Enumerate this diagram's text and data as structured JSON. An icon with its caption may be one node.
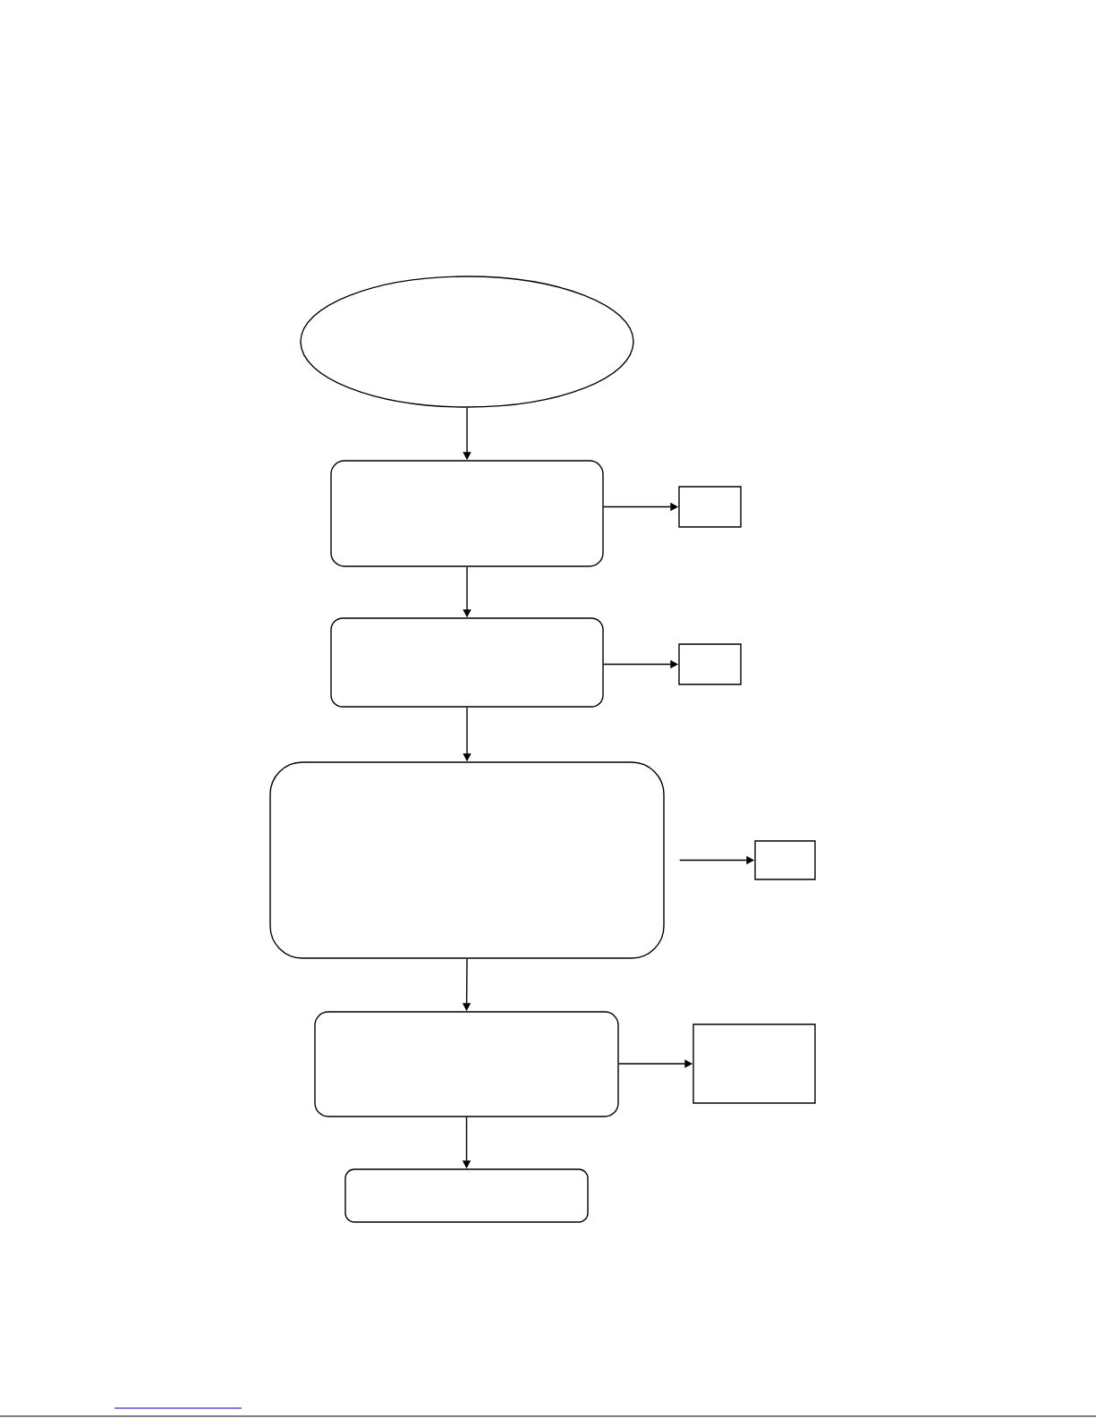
{
  "diagram": {
    "nodes": [
      {
        "text": [],
        "shape": "ellipse"
      },
      {
        "text": [],
        "shape": "box"
      },
      {
        "text": [],
        "shape": "rectangle"
      },
      {
        "text": [],
        "shape": "box"
      },
      {
        "text": [],
        "shape": "rectangle"
      },
      {
        "text": [],
        "shape": "box"
      },
      {
        "text": [],
        "shape": "rectangle"
      },
      {
        "text": [],
        "shape": "box"
      },
      {
        "text": [],
        "shape": "rectangle"
      },
      {
        "text": [],
        "shape": "box"
      }
    ],
    "edges": [
      {
        "from": 0,
        "to": 1,
        "arrow": "to"
      },
      {
        "from": 1,
        "to": 2,
        "arrow": "to"
      },
      {
        "from": 1,
        "to": 3,
        "arrow": "to"
      },
      {
        "from": 3,
        "to": 4,
        "arrow": "to"
      },
      {
        "from": 3,
        "to": 5,
        "arrow": "to"
      },
      {
        "from": 5,
        "to": 6,
        "arrow": "to"
      },
      {
        "from": 5,
        "to": 7,
        "arrow": "to"
      },
      {
        "from": 7,
        "to": 8,
        "arrow": "to"
      },
      {
        "from": 7,
        "to": 9,
        "arrow": "to"
      }
    ]
  }
}
